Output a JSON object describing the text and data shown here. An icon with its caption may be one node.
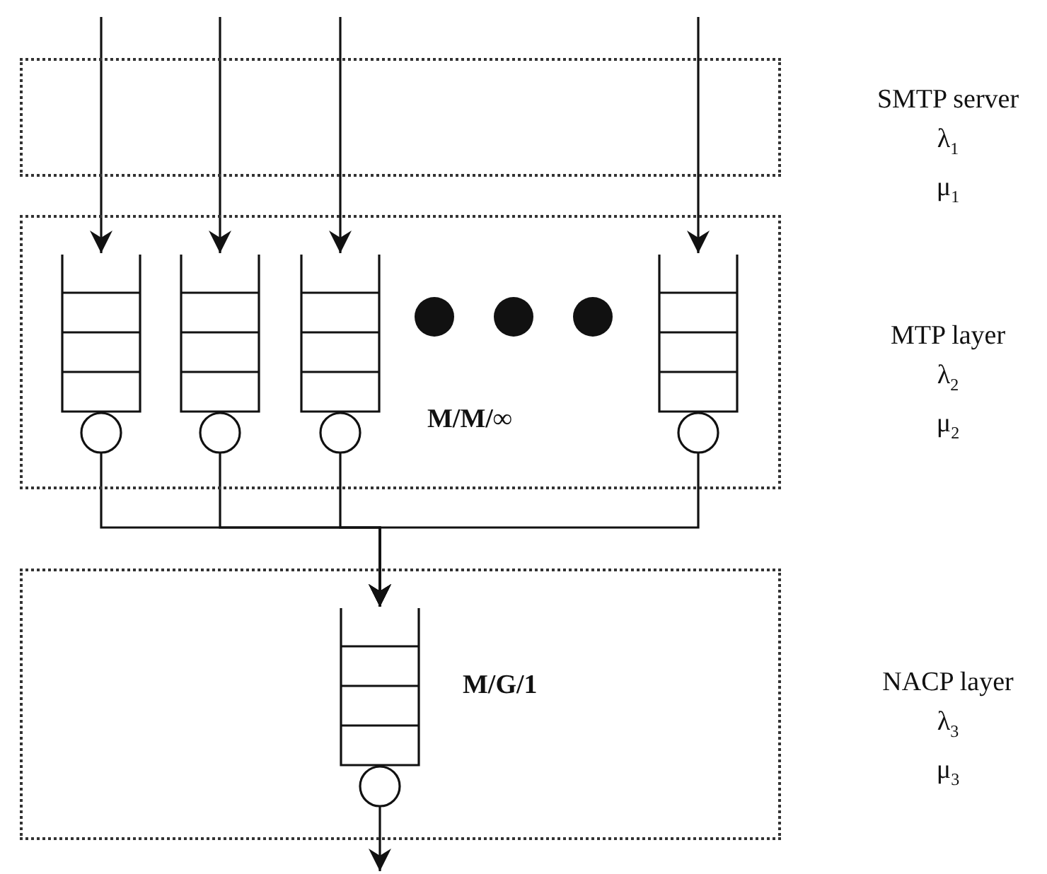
{
  "diagram": {
    "nodes": [
      {
        "text": [],
        "shape": "box",
        "beside": [
          "SMTP server",
          "λ$_{1}$",
          "μ$_{1}$"
        ]
      },
      {
        "text": [
          "M/M/∞"
        ],
        "beside": [
          "MTP layer",
          "λ$_{2}$",
          "μ$_{2}$"
        ]
      },
      {
        "text": [],
        "shape": "queue",
        "in": 1
      },
      {
        "text": [],
        "shape": "queue",
        "in": 1
      },
      {
        "text": [],
        "shape": "queue",
        "in": 1
      },
      {
        "text": [],
        "shape": "queue",
        "in": 1
      },
      {
        "text": [
          "M/G/1"
        ],
        "beside": [
          "NACP layer",
          "λ$_{3}$",
          "μ$_{3}$"
        ]
      },
      {
        "text": [],
        "shape": "queue",
        "in": 6
      }
    ],
    "edges": [
      {
        "from": null,
        "to": 2,
        "arrow": "to"
      },
      {
        "from": null,
        "to": 3,
        "arrow": "to"
      },
      {
        "from": null,
        "to": 4,
        "arrow": "to"
      },
      {
        "from": null,
        "to": 5,
        "arrow": "to"
      },
      {
        "from": 2,
        "to": 7,
        "arrow": "to"
      },
      {
        "from": 3,
        "to": 7,
        "arrow": "to"
      },
      {
        "from": 4,
        "to": 7,
        "arrow": "to"
      },
      {
        "from": 5,
        "to": 7,
        "arrow": "to"
      },
      {
        "from": 7,
        "to": null,
        "arrow": "to"
      }
    ]
  }
}
